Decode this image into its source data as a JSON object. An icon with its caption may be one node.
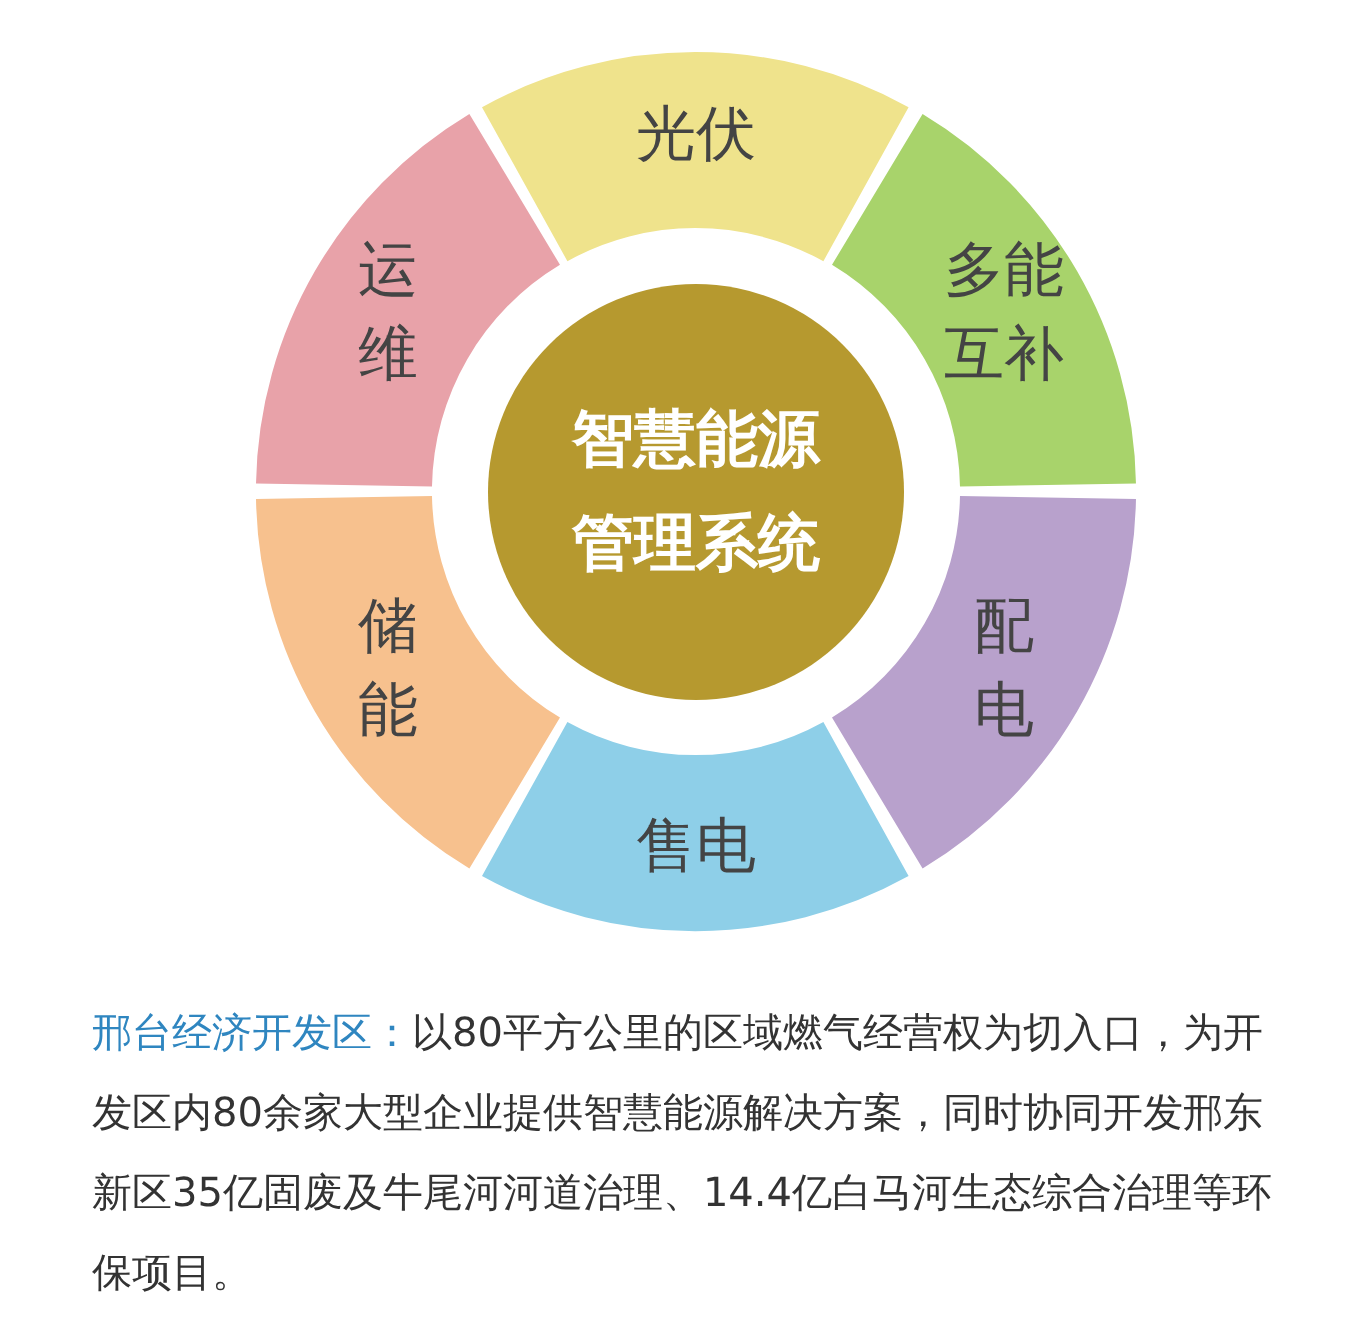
{
  "diagram": {
    "nodes": [
      {
        "text": [
          "智慧能源管理系统"
        ]
      },
      {
        "text": [
          "光伏"
        ]
      },
      {
        "text": [
          "多能互补"
        ]
      },
      {
        "text": [
          "配电"
        ]
      },
      {
        "text": [
          "售电"
        ]
      },
      {
        "text": [
          "储能"
        ]
      },
      {
        "text": [
          "运维"
        ]
      }
    ],
    "labels": [
      "邢台经济开发区："
    ],
    "caption": "以80平方公里的区域燃气经营权为切入口，为开发区内80余家大型企业提供智慧能源解决方案，同时协同开发邢东新区35亿固废及牛尾河河道治理、14.4亿白马河生态综合治理等环保项目。"
  }
}
